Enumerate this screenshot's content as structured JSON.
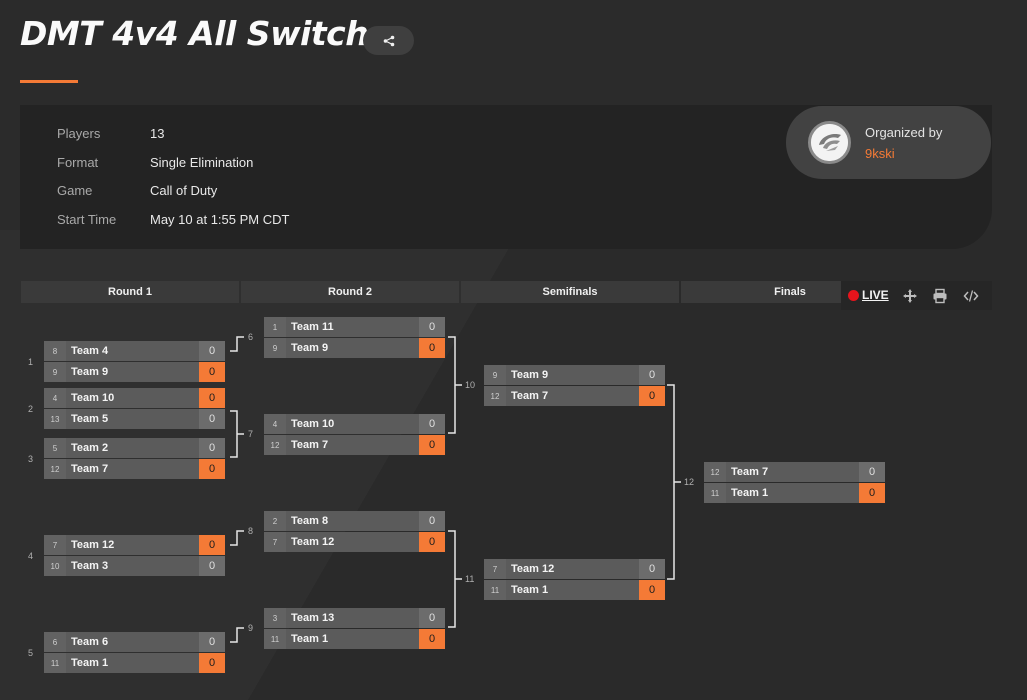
{
  "tournament": {
    "title": "DMT 4v4 All Switch",
    "info": [
      {
        "label": "Players",
        "value": "13"
      },
      {
        "label": "Format",
        "value": "Single Elimination"
      },
      {
        "label": "Game",
        "value": "Call of Duty"
      },
      {
        "label": "Start Time",
        "value": "May 10 at 1:55 PM CDT"
      }
    ],
    "organizer": {
      "label": "Organized by",
      "name": "9kski"
    }
  },
  "icons": {
    "share": "share-icon",
    "live": "live-dot-icon",
    "move": "move-icon",
    "print": "print-icon",
    "embed": "code-icon"
  },
  "colors": {
    "accent": "#f47a36",
    "live": "#e8141c"
  },
  "toolbar": {
    "live_label": "LIVE"
  },
  "rounds": [
    "Round 1",
    "Round 2",
    "Semifinals",
    "Finals"
  ],
  "matches": [
    {
      "num": "1",
      "round": 1,
      "top": {
        "seed": "8",
        "team": "Team 4",
        "score": "0",
        "win": false
      },
      "bot": {
        "seed": "9",
        "team": "Team 9",
        "score": "0",
        "win": true
      }
    },
    {
      "num": "2",
      "round": 1,
      "top": {
        "seed": "4",
        "team": "Team 10",
        "score": "0",
        "win": true
      },
      "bot": {
        "seed": "13",
        "team": "Team 5",
        "score": "0",
        "win": false
      }
    },
    {
      "num": "3",
      "round": 1,
      "top": {
        "seed": "5",
        "team": "Team 2",
        "score": "0",
        "win": false
      },
      "bot": {
        "seed": "12",
        "team": "Team 7",
        "score": "0",
        "win": true
      }
    },
    {
      "num": "4",
      "round": 1,
      "top": {
        "seed": "7",
        "team": "Team 12",
        "score": "0",
        "win": true
      },
      "bot": {
        "seed": "10",
        "team": "Team 3",
        "score": "0",
        "win": false
      }
    },
    {
      "num": "5",
      "round": 1,
      "top": {
        "seed": "6",
        "team": "Team 6",
        "score": "0",
        "win": false
      },
      "bot": {
        "seed": "11",
        "team": "Team 1",
        "score": "0",
        "win": true
      }
    },
    {
      "num": "6",
      "round": 2,
      "top": {
        "seed": "1",
        "team": "Team 11",
        "score": "0",
        "win": false
      },
      "bot": {
        "seed": "9",
        "team": "Team 9",
        "score": "0",
        "win": true
      }
    },
    {
      "num": "7",
      "round": 2,
      "top": {
        "seed": "4",
        "team": "Team 10",
        "score": "0",
        "win": false
      },
      "bot": {
        "seed": "12",
        "team": "Team 7",
        "score": "0",
        "win": true
      }
    },
    {
      "num": "8",
      "round": 2,
      "top": {
        "seed": "2",
        "team": "Team 8",
        "score": "0",
        "win": false
      },
      "bot": {
        "seed": "7",
        "team": "Team 12",
        "score": "0",
        "win": true
      }
    },
    {
      "num": "9",
      "round": 2,
      "top": {
        "seed": "3",
        "team": "Team 13",
        "score": "0",
        "win": false
      },
      "bot": {
        "seed": "11",
        "team": "Team 1",
        "score": "0",
        "win": true
      }
    },
    {
      "num": "10",
      "round": 3,
      "top": {
        "seed": "9",
        "team": "Team 9",
        "score": "0",
        "win": false
      },
      "bot": {
        "seed": "12",
        "team": "Team 7",
        "score": "0",
        "win": true
      }
    },
    {
      "num": "11",
      "round": 3,
      "top": {
        "seed": "7",
        "team": "Team 12",
        "score": "0",
        "win": false
      },
      "bot": {
        "seed": "11",
        "team": "Team 1",
        "score": "0",
        "win": true
      }
    },
    {
      "num": "12",
      "round": 4,
      "top": {
        "seed": "12",
        "team": "Team 7",
        "score": "0",
        "win": false
      },
      "bot": {
        "seed": "11",
        "team": "Team 1",
        "score": "0",
        "win": true
      }
    }
  ]
}
